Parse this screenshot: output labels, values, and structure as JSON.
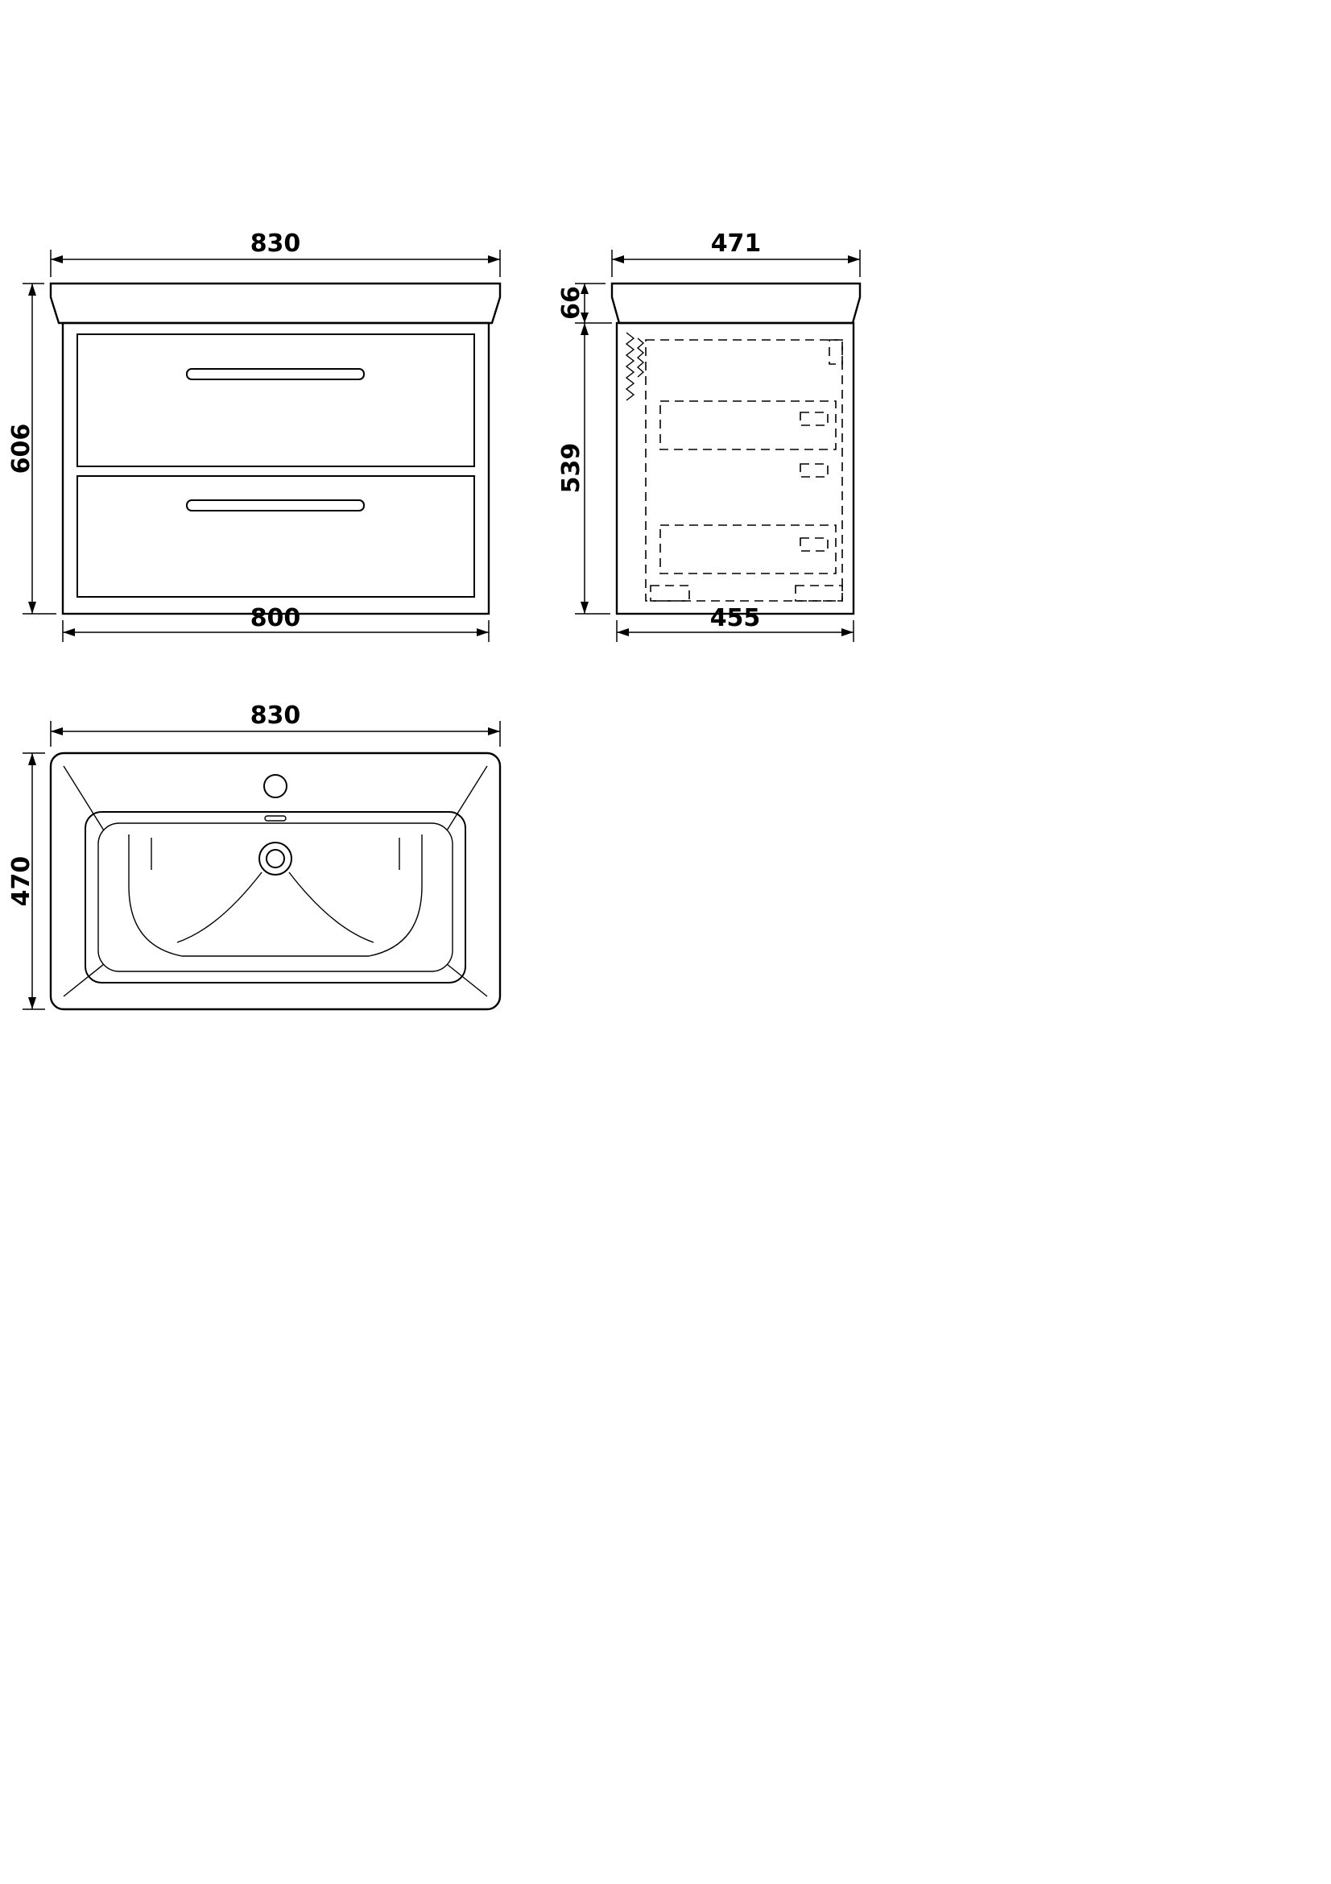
{
  "colors": {
    "background": "#ffffff",
    "line": "#000000"
  },
  "front_view": {
    "dim_top_width": "830",
    "dim_height": "606",
    "dim_bottom_width": "800"
  },
  "side_view": {
    "dim_top_depth": "471",
    "dim_worktop_height": "66",
    "dim_cabinet_height": "539",
    "dim_bottom_depth": "455"
  },
  "plan_view": {
    "dim_width": "830",
    "dim_depth": "470"
  }
}
